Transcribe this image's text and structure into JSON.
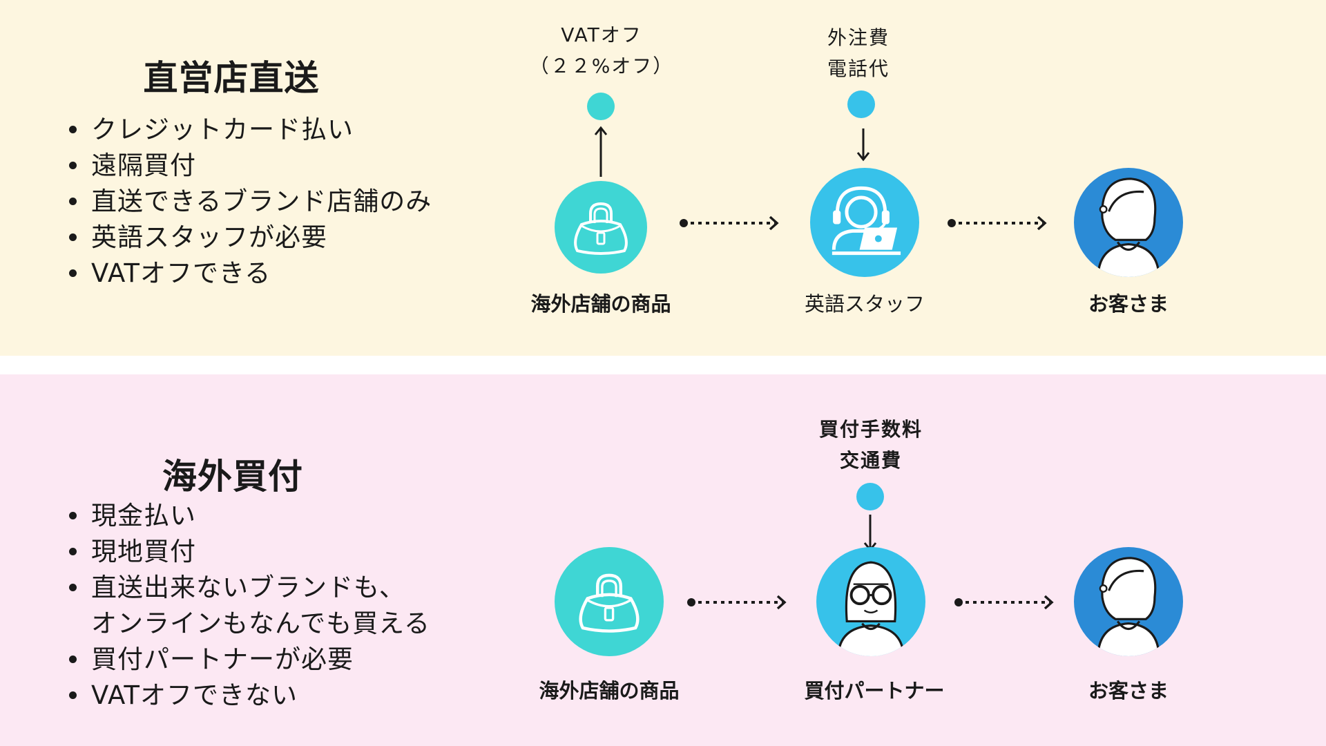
{
  "colors": {
    "top_bg": "#fdf6e0",
    "bottom_bg": "#fce8f3",
    "teal": "#3fd6d4",
    "sky": "#37c2ea",
    "blue": "#2b8bd6",
    "ink": "#1a1a1a"
  },
  "direct": {
    "title": "直営店直送",
    "features": [
      "クレジットカード払い",
      "遠隔買付",
      "直送できるブランド店舗のみ",
      "英語スタッフが必要",
      "VATオフできる"
    ],
    "nodes": [
      {
        "label": "海外店舗の商品",
        "icon": "handbag-icon",
        "color": "teal"
      },
      {
        "label": "英語スタッフ",
        "icon": "headset-staff-laptop-icon",
        "color": "sky"
      },
      {
        "label": "お客さま",
        "icon": "customer-person-icon",
        "color": "blue"
      }
    ],
    "cost_benefit": "VATオフ\n（２２%オフ）",
    "cost_staff": "外注費\n電話代"
  },
  "overseas": {
    "title": "海外買付",
    "features": [
      "現金払い",
      "現地買付",
      "直送出来ないブランドも、\nオンラインもなんでも買える",
      "買付パートナーが必要",
      "VATオフできない"
    ],
    "nodes": [
      {
        "label": "海外店舗の商品",
        "icon": "handbag-icon",
        "color": "teal"
      },
      {
        "label": "買付パートナー",
        "icon": "partner-glasses-person-icon",
        "color": "sky"
      },
      {
        "label": "お客さま",
        "icon": "customer-person-icon",
        "color": "blue"
      }
    ],
    "cost_partner": "買付手数料\n交通費"
  }
}
